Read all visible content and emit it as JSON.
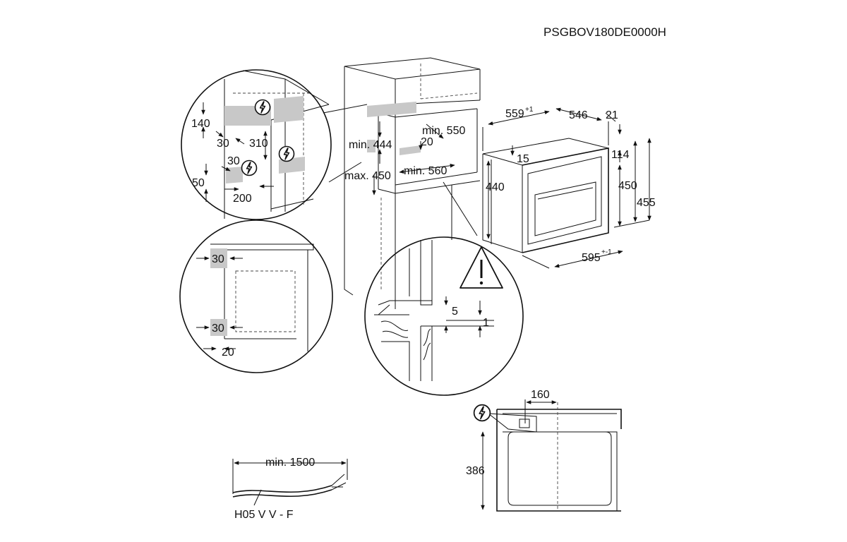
{
  "product_code": "PSGBOV180DE0000H",
  "detail_top_left": {
    "labels": {
      "d140": "140",
      "d30a": "30",
      "d310": "310",
      "d30b": "30",
      "d50": "50",
      "d200": "200"
    },
    "icons": [
      "electrical-connection-icon",
      "electrical-connection-icon",
      "electrical-connection-icon"
    ]
  },
  "cabinet": {
    "labels": {
      "min444": "min. 444",
      "min550": "min. 550",
      "d20": "20",
      "max450": "max. 450",
      "min560": "min. 560"
    }
  },
  "oven": {
    "labels": {
      "w559": "559",
      "w559_tol": "+1",
      "d546": "546",
      "d21": "21",
      "d15": "15",
      "h114": "114",
      "h440": "440",
      "h450": "450",
      "h455": "455",
      "w595": "595",
      "w595_tol": "+-1"
    }
  },
  "detail_side": {
    "labels": {
      "d30top": "30",
      "d30bottom": "30",
      "d20": "20"
    }
  },
  "detail_floor": {
    "labels": {
      "d5": "5",
      "d1": "1"
    },
    "icons": [
      "warning-triangle-icon"
    ]
  },
  "cable": {
    "labels": {
      "length": "min. 1500",
      "type": "H05 V V - F"
    }
  },
  "front_view": {
    "labels": {
      "d160": "160",
      "d386": "386"
    },
    "icons": [
      "electrical-connection-icon"
    ]
  }
}
